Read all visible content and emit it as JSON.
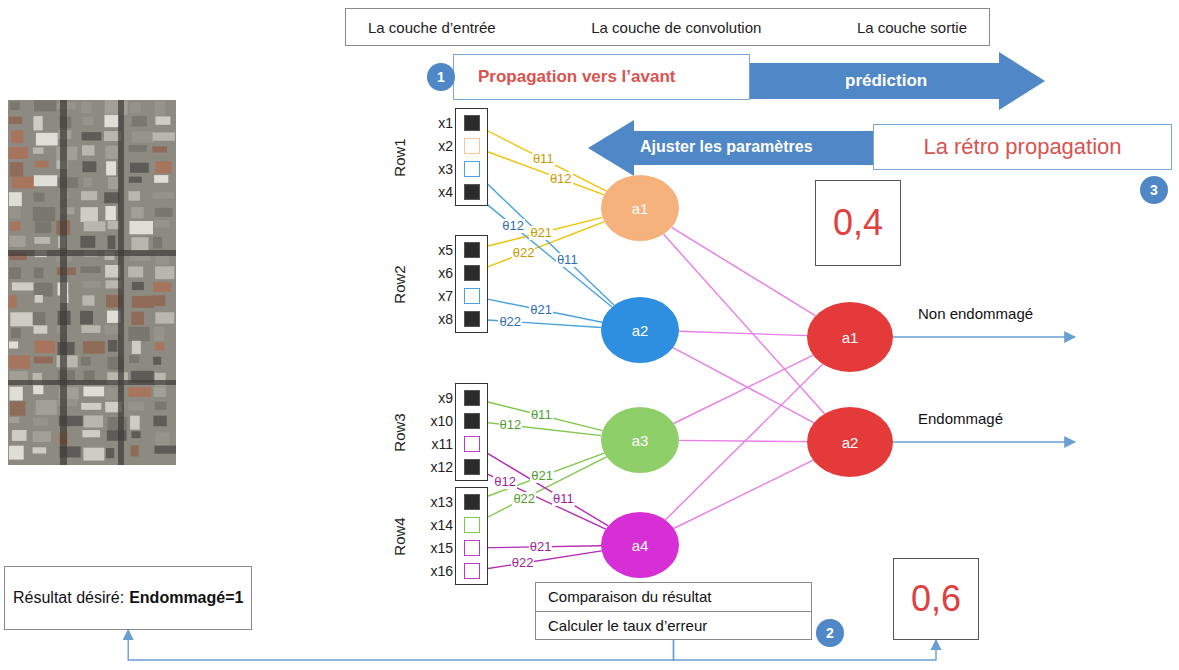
{
  "diagram": {
    "nodes": [
      {
        "text": [
          "La couche d’entrée",
          "La couche de convolution",
          "La couche sortie"
        ]
      },
      {
        "text": [
          "1"
        ]
      },
      {
        "text": [
          "Propagation vers l’avant"
        ]
      },
      {
        "text": [
          "prédiction"
        ]
      },
      {
        "text": [
          "Ajuster les paramètres"
        ]
      },
      {
        "text": [
          "La rétro propagation"
        ]
      },
      {
        "text": [
          "3"
        ]
      },
      {
        "text": [
          "Row1"
        ]
      },
      {
        "text": [
          "x1"
        ],
        "in": 7
      },
      {
        "text": [
          "x2"
        ],
        "in": 7
      },
      {
        "text": [
          "x3"
        ],
        "in": 7
      },
      {
        "text": [
          "x4"
        ],
        "in": 7
      },
      {
        "text": [
          "Row2"
        ]
      },
      {
        "text": [
          "x5"
        ],
        "in": 12
      },
      {
        "text": [
          "x6"
        ],
        "in": 12
      },
      {
        "text": [
          "x7"
        ],
        "in": 12
      },
      {
        "text": [
          "x8"
        ],
        "in": 12
      },
      {
        "text": [
          "Row3"
        ]
      },
      {
        "text": [
          "x9"
        ],
        "in": 17
      },
      {
        "text": [
          "x10"
        ],
        "in": 17
      },
      {
        "text": [
          "x11"
        ],
        "in": 17
      },
      {
        "text": [
          "x12"
        ],
        "in": 17
      },
      {
        "text": [
          "Row4"
        ]
      },
      {
        "text": [
          "x13"
        ],
        "in": 22
      },
      {
        "text": [
          "x14"
        ],
        "in": 22
      },
      {
        "text": [
          "x15"
        ],
        "in": 22
      },
      {
        "text": [
          "x16"
        ],
        "in": 22
      },
      {
        "text": [
          "a1"
        ]
      },
      {
        "text": [
          "a2"
        ]
      },
      {
        "text": [
          "a3"
        ]
      },
      {
        "text": [
          "a4"
        ]
      },
      {
        "text": [
          "0,4"
        ]
      },
      {
        "text": [
          "a1"
        ]
      },
      {
        "text": [
          "a2"
        ]
      },
      {
        "text": [
          "0,6"
        ]
      },
      {
        "text": [
          "Résultat désiré:",
          "Endommagé=1"
        ]
      },
      {
        "text": [
          "Comparaison du résultat",
          "Calculer le taux d’erreur"
        ]
      },
      {
        "text": [
          "2"
        ]
      }
    ],
    "edges": [
      {
        "from": 8,
        "to": 27,
        "label": "θ11",
        "arrow": "none"
      },
      {
        "from": 9,
        "to": 27,
        "label": "θ12",
        "arrow": "none"
      },
      {
        "from": 13,
        "to": 27,
        "label": "θ21",
        "arrow": "none"
      },
      {
        "from": 14,
        "to": 27,
        "label": "θ22",
        "arrow": "none"
      },
      {
        "from": 10,
        "to": 28,
        "label": "θ11",
        "arrow": "none"
      },
      {
        "from": 11,
        "to": 28,
        "label": "θ12",
        "arrow": "none"
      },
      {
        "from": 15,
        "to": 28,
        "label": "θ21",
        "arrow": "none"
      },
      {
        "from": 16,
        "to": 28,
        "label": "θ22",
        "arrow": "none"
      },
      {
        "from": 18,
        "to": 29,
        "label": "θ11",
        "arrow": "none"
      },
      {
        "from": 19,
        "to": 29,
        "label": "θ12",
        "arrow": "none"
      },
      {
        "from": 23,
        "to": 29,
        "label": "θ21",
        "arrow": "none"
      },
      {
        "from": 24,
        "to": 29,
        "label": "θ22",
        "arrow": "none"
      },
      {
        "from": 20,
        "to": 30,
        "label": "θ11",
        "arrow": "none"
      },
      {
        "from": 21,
        "to": 30,
        "label": "θ12",
        "arrow": "none"
      },
      {
        "from": 25,
        "to": 30,
        "label": "θ21",
        "arrow": "none"
      },
      {
        "from": 26,
        "to": 30,
        "label": "θ22",
        "arrow": "none"
      },
      {
        "from": 27,
        "to": 32,
        "arrow": "none"
      },
      {
        "from": 27,
        "to": 33,
        "arrow": "none"
      },
      {
        "from": 28,
        "to": 32,
        "arrow": "none"
      },
      {
        "from": 28,
        "to": 33,
        "arrow": "none"
      },
      {
        "from": 29,
        "to": 32,
        "arrow": "none"
      },
      {
        "from": 29,
        "to": 33,
        "arrow": "none"
      },
      {
        "from": 30,
        "to": 32,
        "arrow": "none"
      },
      {
        "from": 30,
        "to": 33,
        "arrow": "none"
      },
      {
        "from": 36,
        "to": 35,
        "arrow": "to"
      },
      {
        "from": 36,
        "to": 34,
        "arrow": "to"
      }
    ],
    "labels": [
      "Non endommagé",
      "Endommagé"
    ]
  }
}
